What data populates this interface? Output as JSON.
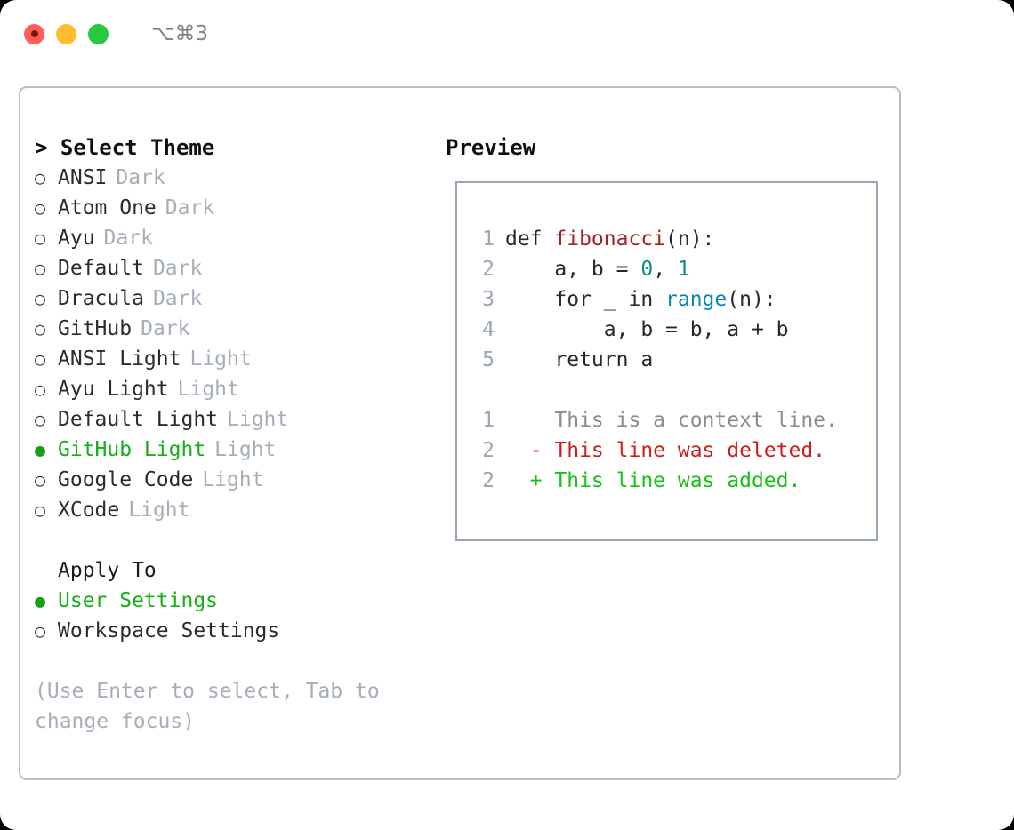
{
  "titlebar": {
    "shortcut": "⌥⌘3",
    "lights": [
      "close",
      "minimize",
      "maximize"
    ]
  },
  "theme_panel": {
    "header": "> Select Theme",
    "bullet_unselected": "○",
    "bullet_selected": "●",
    "items": [
      {
        "name": "ANSI",
        "category": "Dark",
        "selected": false
      },
      {
        "name": "Atom One",
        "category": "Dark",
        "selected": false
      },
      {
        "name": "Ayu",
        "category": "Dark",
        "selected": false
      },
      {
        "name": "Default",
        "category": "Dark",
        "selected": false
      },
      {
        "name": "Dracula",
        "category": "Dark",
        "selected": false
      },
      {
        "name": "GitHub",
        "category": "Dark",
        "selected": false
      },
      {
        "name": "ANSI Light",
        "category": "Light",
        "selected": false
      },
      {
        "name": "Ayu Light",
        "category": "Light",
        "selected": false
      },
      {
        "name": "Default Light",
        "category": "Light",
        "selected": false
      },
      {
        "name": "GitHub Light",
        "category": "Light",
        "selected": true
      },
      {
        "name": "Google Code",
        "category": "Light",
        "selected": false
      },
      {
        "name": "XCode",
        "category": "Light",
        "selected": false
      }
    ]
  },
  "apply_to": {
    "title": "Apply To",
    "options": [
      {
        "name": "User Settings",
        "selected": true
      },
      {
        "name": "Workspace Settings",
        "selected": false
      }
    ]
  },
  "hint": "(Use Enter to select, Tab to change focus)",
  "preview": {
    "title": "Preview",
    "code_lines": [
      {
        "lineno": "1",
        "tokens": [
          {
            "text": "def ",
            "type": "plain"
          },
          {
            "text": "fibonacci",
            "type": "func"
          },
          {
            "text": "(n):",
            "type": "plain"
          }
        ]
      },
      {
        "lineno": "2",
        "tokens": [
          {
            "text": "    a, b = ",
            "type": "plain"
          },
          {
            "text": "0",
            "type": "num"
          },
          {
            "text": ", ",
            "type": "plain"
          },
          {
            "text": "1",
            "type": "num"
          }
        ]
      },
      {
        "lineno": "3",
        "tokens": [
          {
            "text": "    for _ in ",
            "type": "plain"
          },
          {
            "text": "range",
            "type": "call"
          },
          {
            "text": "(n):",
            "type": "plain"
          }
        ]
      },
      {
        "lineno": "4",
        "tokens": [
          {
            "text": "        a, b = b, a + b",
            "type": "plain"
          }
        ]
      },
      {
        "lineno": "5",
        "tokens": [
          {
            "text": "    return a",
            "type": "plain"
          }
        ]
      }
    ],
    "diff_lines": [
      {
        "lineno": "1",
        "marker": "  ",
        "text": "This is a context line.",
        "type": "ctx"
      },
      {
        "lineno": "2",
        "marker": "- ",
        "text": "This line was deleted.",
        "type": "del"
      },
      {
        "lineno": "2",
        "marker": "+ ",
        "text": "This line was added.",
        "type": "add"
      }
    ]
  },
  "colors": {
    "accent_green": "#14b014",
    "muted_gray": "#a6aeba",
    "border": "#b6bdca",
    "preview_border": "#9aa5b5",
    "code_func_red": "#a6201c",
    "code_num_teal": "#0a8f82",
    "code_call_blue": "#0c86b5",
    "diff_deleted": "#d21b1b",
    "diff_added": "#18c018",
    "light_red": "#ff5f57",
    "light_yellow": "#ffbd2e",
    "light_green": "#28c840"
  }
}
